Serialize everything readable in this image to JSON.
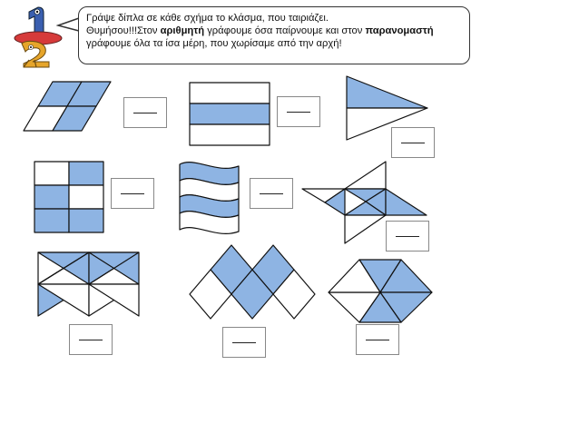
{
  "instruction": {
    "line1": "Γράψε δίπλα σε κάθε σχήμα το κλάσμα, που ταιριάζει.",
    "line2_a": "Θυμήσου!!!Στον ",
    "line2_b": "αριθμητή",
    "line2_c": " γράφουμε όσα παίρνουμε και στον ",
    "line2_d": "παρανομαστή",
    "line3": "γράφουμε όλα τα ίσα μέρη, που χωρίσαμε από την αρχή!"
  },
  "colors": {
    "shaded": "#8eb4e3",
    "stroke": "#111111",
    "box_border": "#888888"
  },
  "exercises": [
    {
      "shape": "parallelogram",
      "parts": 4,
      "shaded": 3
    },
    {
      "shape": "rectangle-strips",
      "parts": 3,
      "shaded": 1
    },
    {
      "shape": "triangle",
      "parts": 2,
      "shaded": 1
    },
    {
      "shape": "grid-square",
      "parts": 6,
      "shaded": 4
    },
    {
      "shape": "flag",
      "parts": 4,
      "shaded": 2
    },
    {
      "shape": "star",
      "parts": 8,
      "shaded": 5
    },
    {
      "shape": "rectangle-triangles",
      "parts": 8,
      "shaded": 4
    },
    {
      "shape": "diamonds",
      "parts": 6,
      "shaded": 3
    },
    {
      "shape": "hexagon",
      "parts": 6,
      "shaded": 4
    }
  ]
}
